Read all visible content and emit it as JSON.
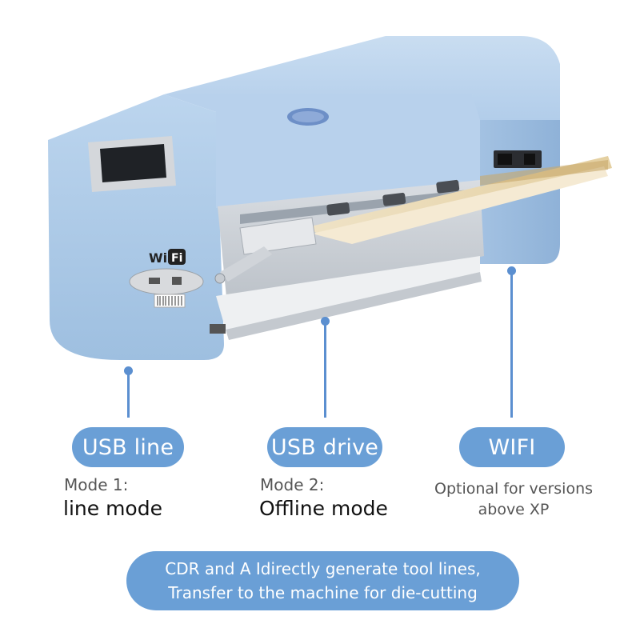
{
  "machine": {
    "wifi_logo_text": "WiFi",
    "brand_badge_text": "●"
  },
  "features": [
    {
      "pill_label": "USB line",
      "mode_label": "Mode 1:",
      "mode_name": "line mode"
    },
    {
      "pill_label": "USB drive",
      "mode_label": "Mode 2:",
      "mode_name": "Offline mode"
    },
    {
      "pill_label": "WIFI",
      "description_line1": "Optional for versions",
      "description_line2": "above XP"
    }
  ],
  "footer": {
    "line1": "CDR and A Idirectly generate tool lines,",
    "line2": "Transfer to the machine for die-cutting"
  },
  "colors": {
    "accent": "#6a9fd6",
    "machine_body": "#a9c8e6",
    "connector": "#5b8fd0"
  }
}
